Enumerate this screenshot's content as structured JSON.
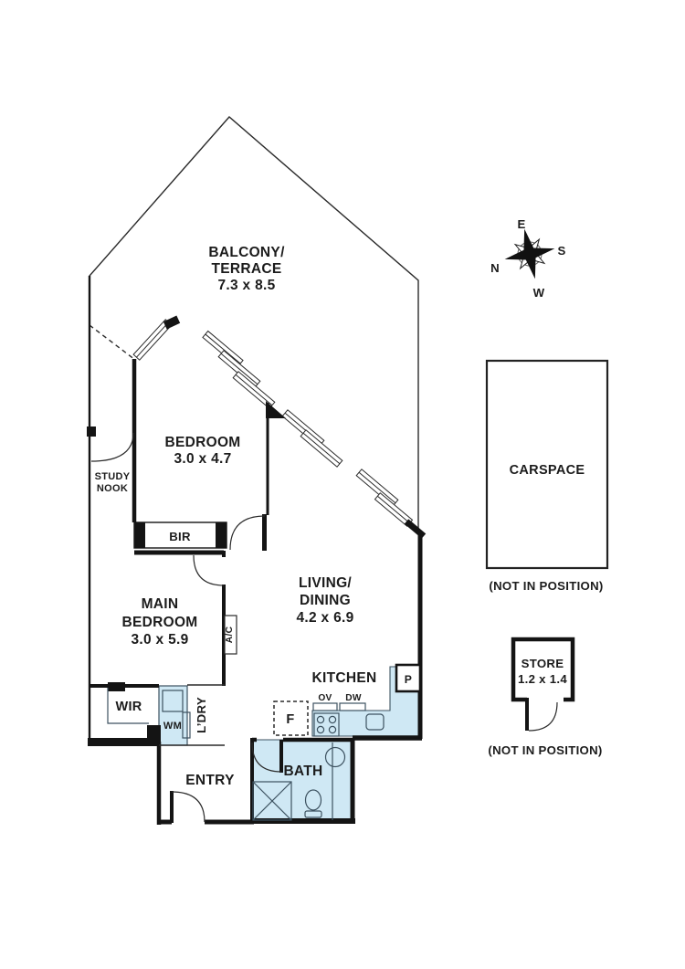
{
  "plan": {
    "balcony": {
      "line1": "BALCONY/",
      "line2": "TERRACE",
      "dims": "7.3 x 8.5"
    },
    "bedroom": {
      "name": "BEDROOM",
      "dims": "3.0 x 4.7"
    },
    "main_bedroom": {
      "line1": "MAIN",
      "line2": "BEDROOM",
      "dims": "3.0 x 5.9"
    },
    "living": {
      "line1": "LIVING/",
      "line2": "DINING",
      "dims": "4.2 x 6.9"
    },
    "study_nook": {
      "line1": "STUDY",
      "line2": "NOOK"
    },
    "kitchen": {
      "name": "KITCHEN",
      "oven": "OV",
      "dishwasher": "DW",
      "pantry": "P",
      "fridge": "F"
    },
    "bath": {
      "name": "BATH"
    },
    "entry": {
      "name": "ENTRY"
    },
    "laundry": {
      "name": "L’DRY",
      "washer": "WM"
    },
    "wir": {
      "name": "WIR"
    },
    "bir": {
      "name": "BIR"
    },
    "ac": {
      "name": "A/C"
    }
  },
  "carspace": {
    "name": "CARSPACE",
    "note": "(NOT IN POSITION)"
  },
  "store": {
    "name": "STORE",
    "dims": "1.2 x 1.4",
    "note": "(NOT IN POSITION)"
  },
  "compass": {
    "n": "N",
    "e": "E",
    "s": "S",
    "w": "W"
  },
  "colors": {
    "wet_area": "#cfe8f4",
    "wall": "#141414",
    "fixture_line": "#3d5260"
  }
}
